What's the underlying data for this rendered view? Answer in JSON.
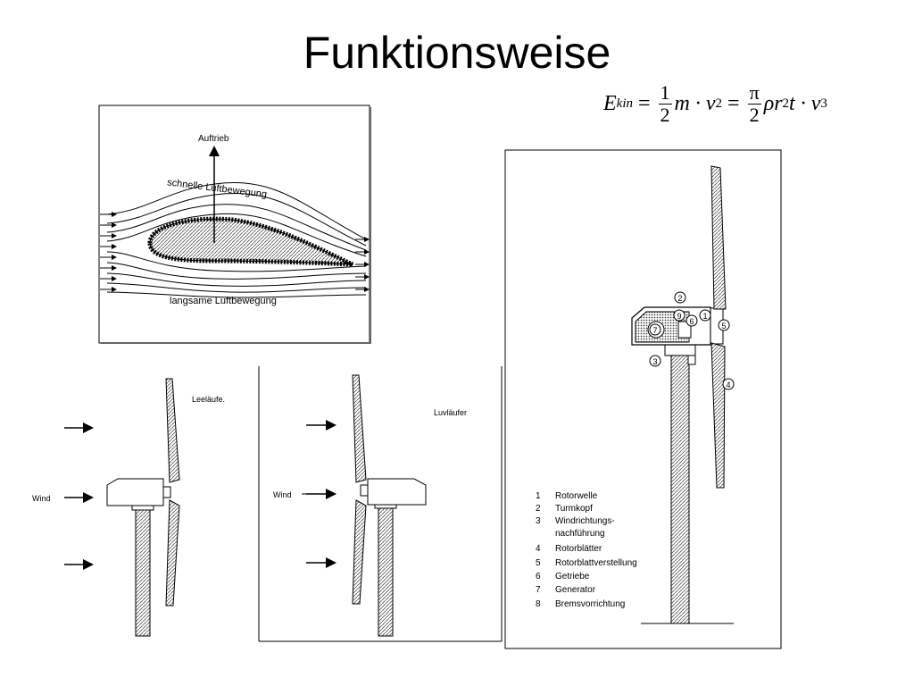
{
  "title": "Funktionsweise",
  "formula": {
    "lhs_var": "E",
    "lhs_sub": "kin",
    "eq": "=",
    "half_num": "1",
    "half_den": "2",
    "term1": "m · v",
    "exp2": "2",
    "pi_num": "π",
    "pi_den": "2",
    "term2_a": "ρr",
    "exp2b": "2",
    "term2_b": "t · v",
    "exp3": "3"
  },
  "airfoil": {
    "lift_label": "Auftrieb",
    "fast_label": "schnelle Luftbewegung",
    "slow_label": "langsame Luftbewegung"
  },
  "leeward": {
    "type_label": "Leeläufe.",
    "wind_label": "Wind"
  },
  "windward": {
    "type_label": "Luvläufer",
    "wind_label": "Wind"
  },
  "turbine": {
    "callouts": [
      "2",
      "9",
      "6",
      "1",
      "5",
      "7",
      "3",
      "4"
    ],
    "legend": [
      {
        "num": "1",
        "text": "Rotorwelle"
      },
      {
        "num": "2",
        "text": "Turmkopf"
      },
      {
        "num": "3",
        "text": "Windrichtungs-"
      },
      {
        "num": "",
        "text": "nachführung"
      },
      {
        "num": "4",
        "text": "Rotorblätter"
      },
      {
        "num": "5",
        "text": "Rotorblattverstellung"
      },
      {
        "num": "6",
        "text": "Getriebe"
      },
      {
        "num": "7",
        "text": "Generator"
      },
      {
        "num": "8",
        "text": "Bremsvorrichtung"
      }
    ]
  }
}
